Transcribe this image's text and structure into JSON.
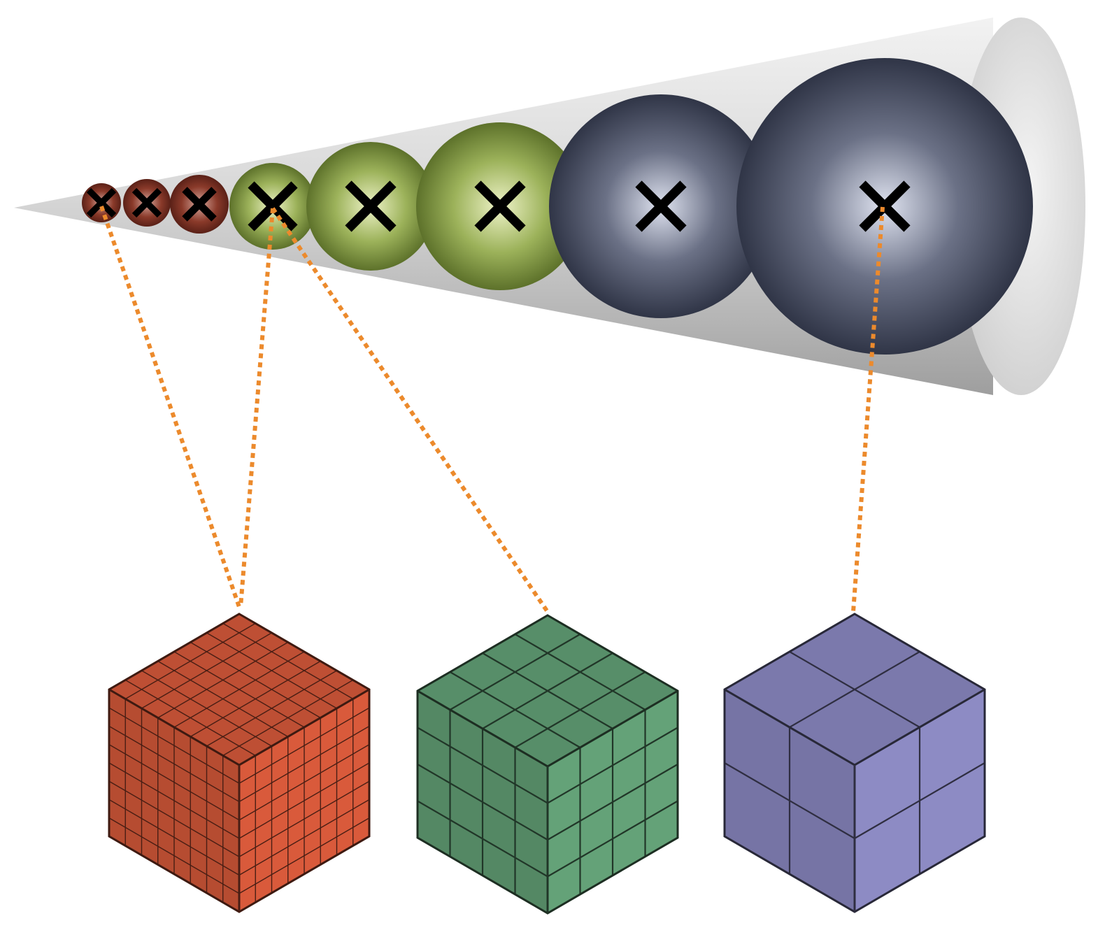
{
  "colors": {
    "background": "#ffffff",
    "cone_light": "#eeeeee",
    "cone_dark": "#a9a9a9",
    "leader_line": "#ec8a2c",
    "marker": "#000000",
    "red_cube": "#cf5638",
    "green_cube": "#5f9a72",
    "blue_cube": "#8684bb"
  },
  "spheres": [
    {
      "group": "red",
      "level": 1
    },
    {
      "group": "red",
      "level": 2
    },
    {
      "group": "red",
      "level": 3
    },
    {
      "group": "green",
      "level": 1
    },
    {
      "group": "green",
      "level": 2
    },
    {
      "group": "green",
      "level": 3
    },
    {
      "group": "blue",
      "level": 1
    },
    {
      "group": "blue",
      "level": 2
    }
  ],
  "cubes": [
    {
      "name": "red-voxel-grid",
      "color_key": "red_cube",
      "subdivisions": 8
    },
    {
      "name": "green-voxel-grid",
      "color_key": "green_cube",
      "subdivisions": 4
    },
    {
      "name": "blue-voxel-grid",
      "color_key": "blue_cube",
      "subdivisions": 2
    }
  ],
  "marker_icon": "x-mark-icon"
}
